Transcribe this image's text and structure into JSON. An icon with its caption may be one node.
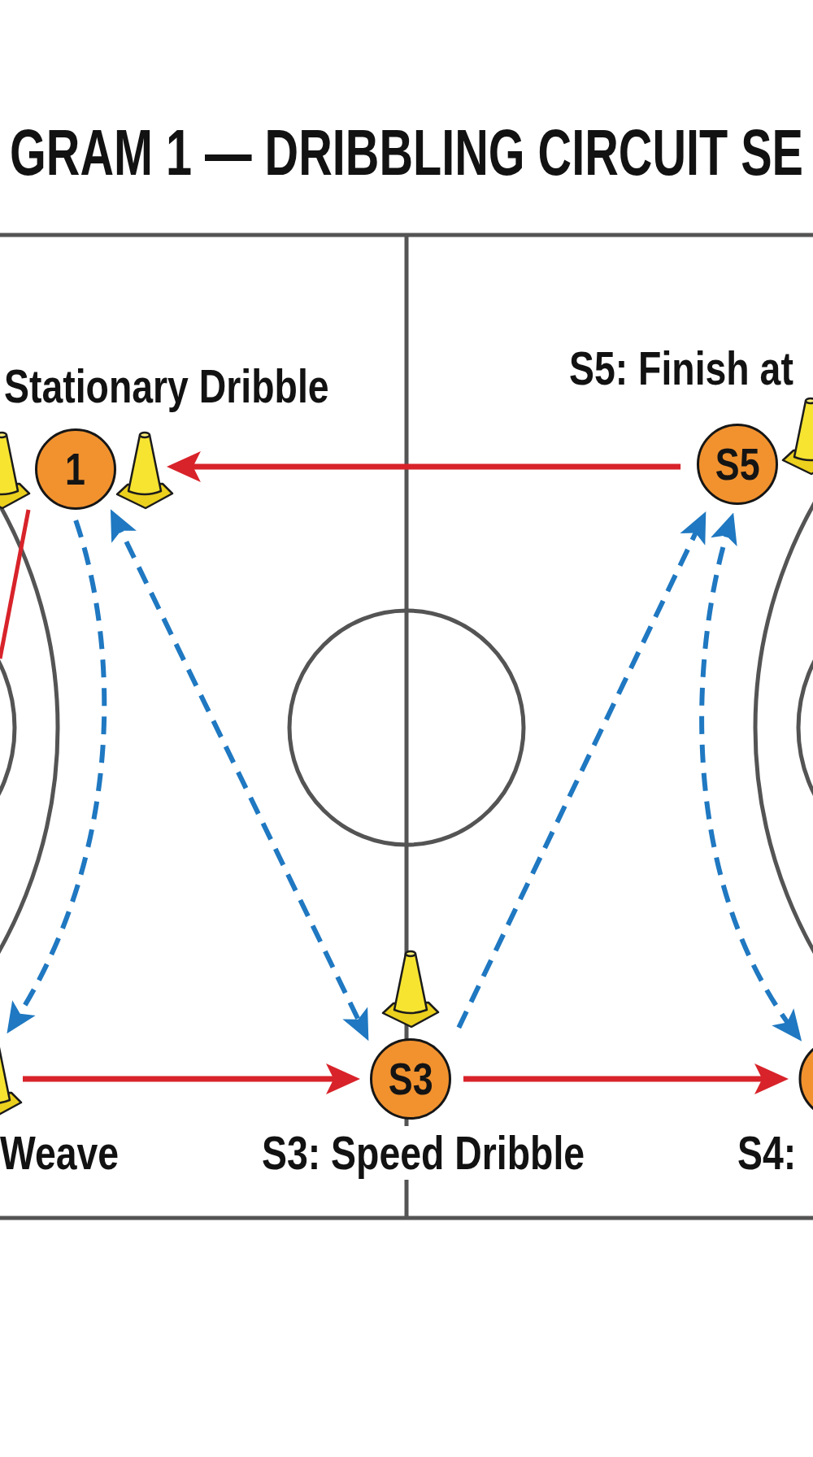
{
  "diagram": {
    "title": "GRAM 1 — DRIBBLING CIRCUIT SE",
    "nodes": [
      {
        "text": [],
        "shape": "cone"
      },
      {
        "text": [
          "1"
        ],
        "beside": [
          "Stationary Dribble"
        ]
      },
      {
        "text": [
          "S5"
        ],
        "beside": [
          "S5: Finish at"
        ]
      },
      {
        "text": [],
        "shape": "cone",
        "beside": [
          "Weave"
        ]
      },
      {
        "text": [
          "S3"
        ],
        "beside": [
          "S3: Speed Dribble"
        ]
      },
      {
        "text": [],
        "shape": "circle",
        "beside": [
          "S4:"
        ]
      }
    ],
    "edges": [
      {
        "from": 2,
        "to": 1,
        "arrow": "to",
        "color": "#d8232a"
      },
      {
        "from": 0,
        "to": null,
        "arrow": "none",
        "color": "#d8232a"
      },
      {
        "from": 1,
        "to": 3,
        "arrow": "to",
        "style": "dashed",
        "color": "#1f78c1"
      },
      {
        "from": 1,
        "to": 4,
        "arrow": "both",
        "style": "dashed",
        "color": "#1f78c1"
      },
      {
        "from": 4,
        "to": 2,
        "arrow": "to",
        "style": "dashed",
        "color": "#1f78c1"
      },
      {
        "from": 2,
        "to": 5,
        "arrow": "both",
        "style": "dashed",
        "color": "#1f78c1"
      },
      {
        "from": 3,
        "to": 4,
        "arrow": "to",
        "color": "#d8232a"
      },
      {
        "from": 4,
        "to": 5,
        "arrow": "to",
        "color": "#d8232a"
      }
    ]
  }
}
